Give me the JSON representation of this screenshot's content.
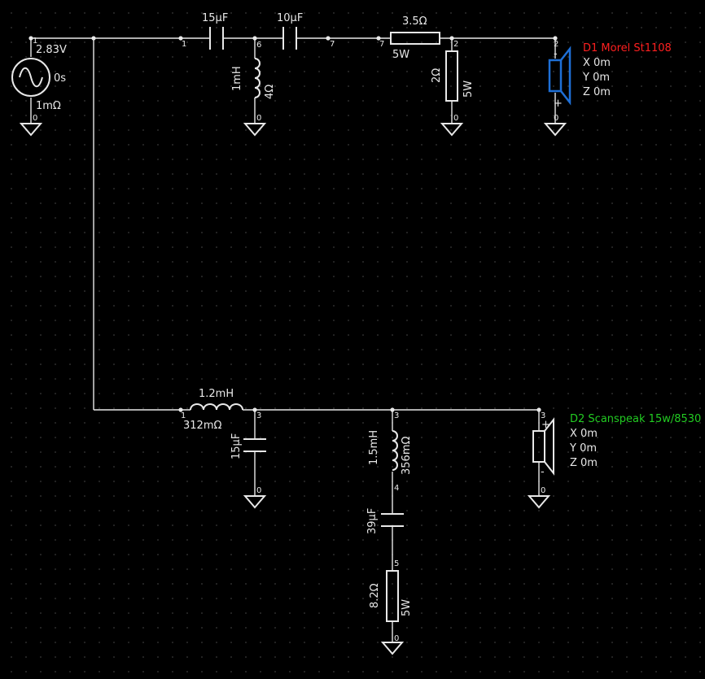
{
  "colors": {
    "background": "#000000",
    "wire": "#e8e8e8",
    "grid": "#3a3a3a",
    "tweeter_highlight": "#1e6fd6",
    "tweeter_label": "#ff2020",
    "woofer_label": "#22cc22"
  },
  "source": {
    "voltage": "2.83V",
    "phase": "0s",
    "resistance": "1mΩ",
    "node_top": "1",
    "node_bottom": "0"
  },
  "tweeter_branch": {
    "c1": {
      "value": "15µF"
    },
    "c2": {
      "value": "10µF"
    },
    "l1": {
      "inductance": "1mH",
      "resistance": "4Ω"
    },
    "r_series": {
      "value": "3.5Ω",
      "power": "5W"
    },
    "r_shunt": {
      "value": "2Ω",
      "power": "5W"
    },
    "nodes": {
      "n1": "1",
      "n6": "6",
      "n7a": "7",
      "n7b": "7",
      "n2a": "2",
      "n2b": "2",
      "g_l1": "0",
      "g_r": "0",
      "g_spk": "0"
    }
  },
  "woofer_branch": {
    "l1": {
      "inductance": "1.2mH",
      "resistance": "312mΩ"
    },
    "c1": {
      "value": "15µF"
    },
    "l2": {
      "inductance": "1.5mH",
      "resistance": "356mΩ"
    },
    "c2": {
      "value": "39µF"
    },
    "r1": {
      "value": "8.2Ω",
      "power": "5W"
    },
    "nodes": {
      "n1": "1",
      "n3a": "3",
      "n3b": "3",
      "n3c": "3",
      "n4": "4",
      "n5": "5",
      "g_c1": "0",
      "g_r1": "0",
      "g_spk": "0"
    }
  },
  "speakers": {
    "d1": {
      "name": "D1 Morel St1108",
      "x": "X  0m",
      "y": "Y  0m",
      "z": "Z  0m",
      "minus": "-",
      "plus": "+"
    },
    "d2": {
      "name": "D2 Scanspeak 15w/8530",
      "x": "X  0m",
      "y": "Y  0m",
      "z": "Z  0m",
      "plus": "+",
      "minus": "-"
    }
  }
}
